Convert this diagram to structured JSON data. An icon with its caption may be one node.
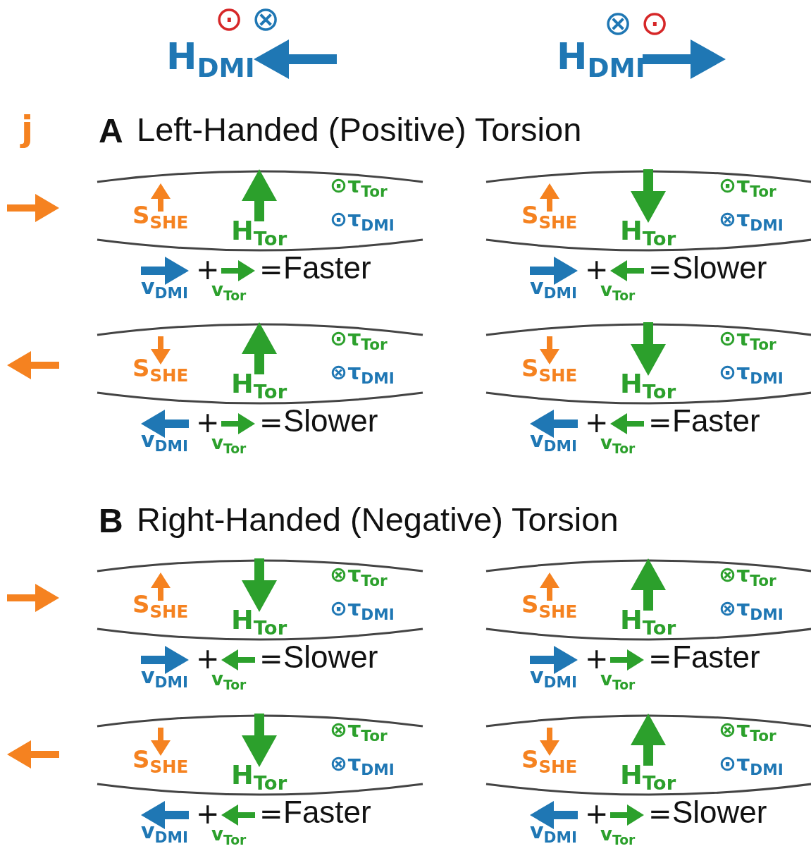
{
  "diagram": {
    "labels": [
      "⊙",
      "⊗",
      "H$_{DMI}$",
      "⊗",
      "⊙",
      "H$_{DMI}$",
      "j",
      "A",
      "Left-Handed (Positive) Torsion",
      "S$_{SHE}$",
      "H$_{Tor}$",
      "⊙τ$_{Tor}$",
      "⊙τ$_{DMI}$",
      "v$_{DMI}$",
      "+",
      "v$_{Tor}$",
      "=",
      "Faster",
      "S$_{SHE}$",
      "H$_{Tor}$",
      "⊙τ$_{Tor}$",
      "⊗τ$_{DMI}$",
      "v$_{DMI}$",
      "+",
      "v$_{Tor}$",
      "=",
      "Slower",
      "S$_{SHE}$",
      "H$_{Tor}$",
      "⊙τ$_{Tor}$",
      "⊗τ$_{DMI}$",
      "v$_{DMI}$",
      "+",
      "v$_{Tor}$",
      "=",
      "Slower",
      "S$_{SHE}$",
      "H$_{Tor}$",
      "⊙τ$_{Tor}$",
      "⊙τ$_{DMI}$",
      "v$_{DMI}$",
      "+",
      "v$_{Tor}$",
      "=",
      "Faster",
      "B",
      "Right-Handed (Negative) Torsion",
      "S$_{SHE}$",
      "H$_{Tor}$",
      "⊗τ$_{Tor}$",
      "⊙τ$_{DMI}$",
      "v$_{DMI}$",
      "+",
      "v$_{Tor}$",
      "=",
      "Slower",
      "S$_{SHE}$",
      "H$_{Tor}$",
      "⊗τ$_{Tor}$",
      "⊗τ$_{DMI}$",
      "v$_{DMI}$",
      "+",
      "v$_{Tor}$",
      "=",
      "Faster",
      "S$_{SHE}$",
      "H$_{Tor}$",
      "⊗τ$_{Tor}$",
      "⊗τ$_{DMI}$",
      "v$_{DMI}$",
      "+",
      "v$_{Tor}$",
      "=",
      "Faster",
      "S$_{SHE}$",
      "H$_{Tor}$",
      "⊗τ$_{Tor}$",
      "⊙τ$_{DMI}$",
      "v$_{DMI}$",
      "+",
      "v$_{Tor}$",
      "=",
      "Slower"
    ]
  }
}
